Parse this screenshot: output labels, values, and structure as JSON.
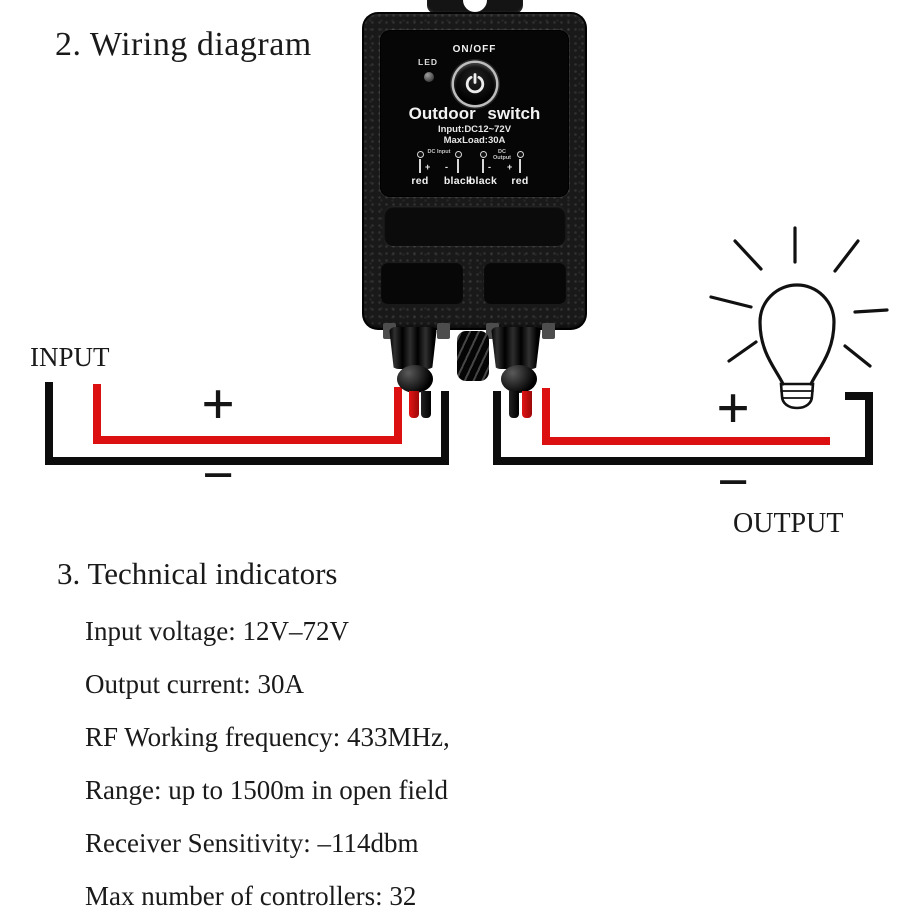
{
  "headings": {
    "wiring": "2. Wiring diagram",
    "tech": "3. Technical indicators"
  },
  "device": {
    "on_off": "ON/OFF",
    "led": "LED",
    "name": "Outdoor switch",
    "input_rating": "Input:DC12~72V",
    "max_load": "MaxLoad:30A",
    "dc_input": "DC Input",
    "dc_output": "DC Output",
    "terminals": [
      {
        "sign": "+",
        "wire": "red"
      },
      {
        "sign": "-",
        "wire": "black"
      },
      {
        "sign": "-",
        "wire": "black"
      },
      {
        "sign": "+",
        "wire": "red"
      }
    ]
  },
  "diagram": {
    "input_label": "INPUT",
    "output_label": "OUTPUT",
    "input_plus": "+",
    "input_minus": "−",
    "output_plus": "+",
    "output_minus": "−"
  },
  "specs": [
    "Input voltage: 12V–72V",
    "Output current: 30A",
    "RF Working frequency: 433MHz,",
    "Range: up to 1500m in open field",
    "Receiver Sensitivity: –114dbm",
    "Max number of controllers: 32"
  ],
  "colors": {
    "wire_red": "#dc1010",
    "wire_black": "#0c0c0c"
  }
}
